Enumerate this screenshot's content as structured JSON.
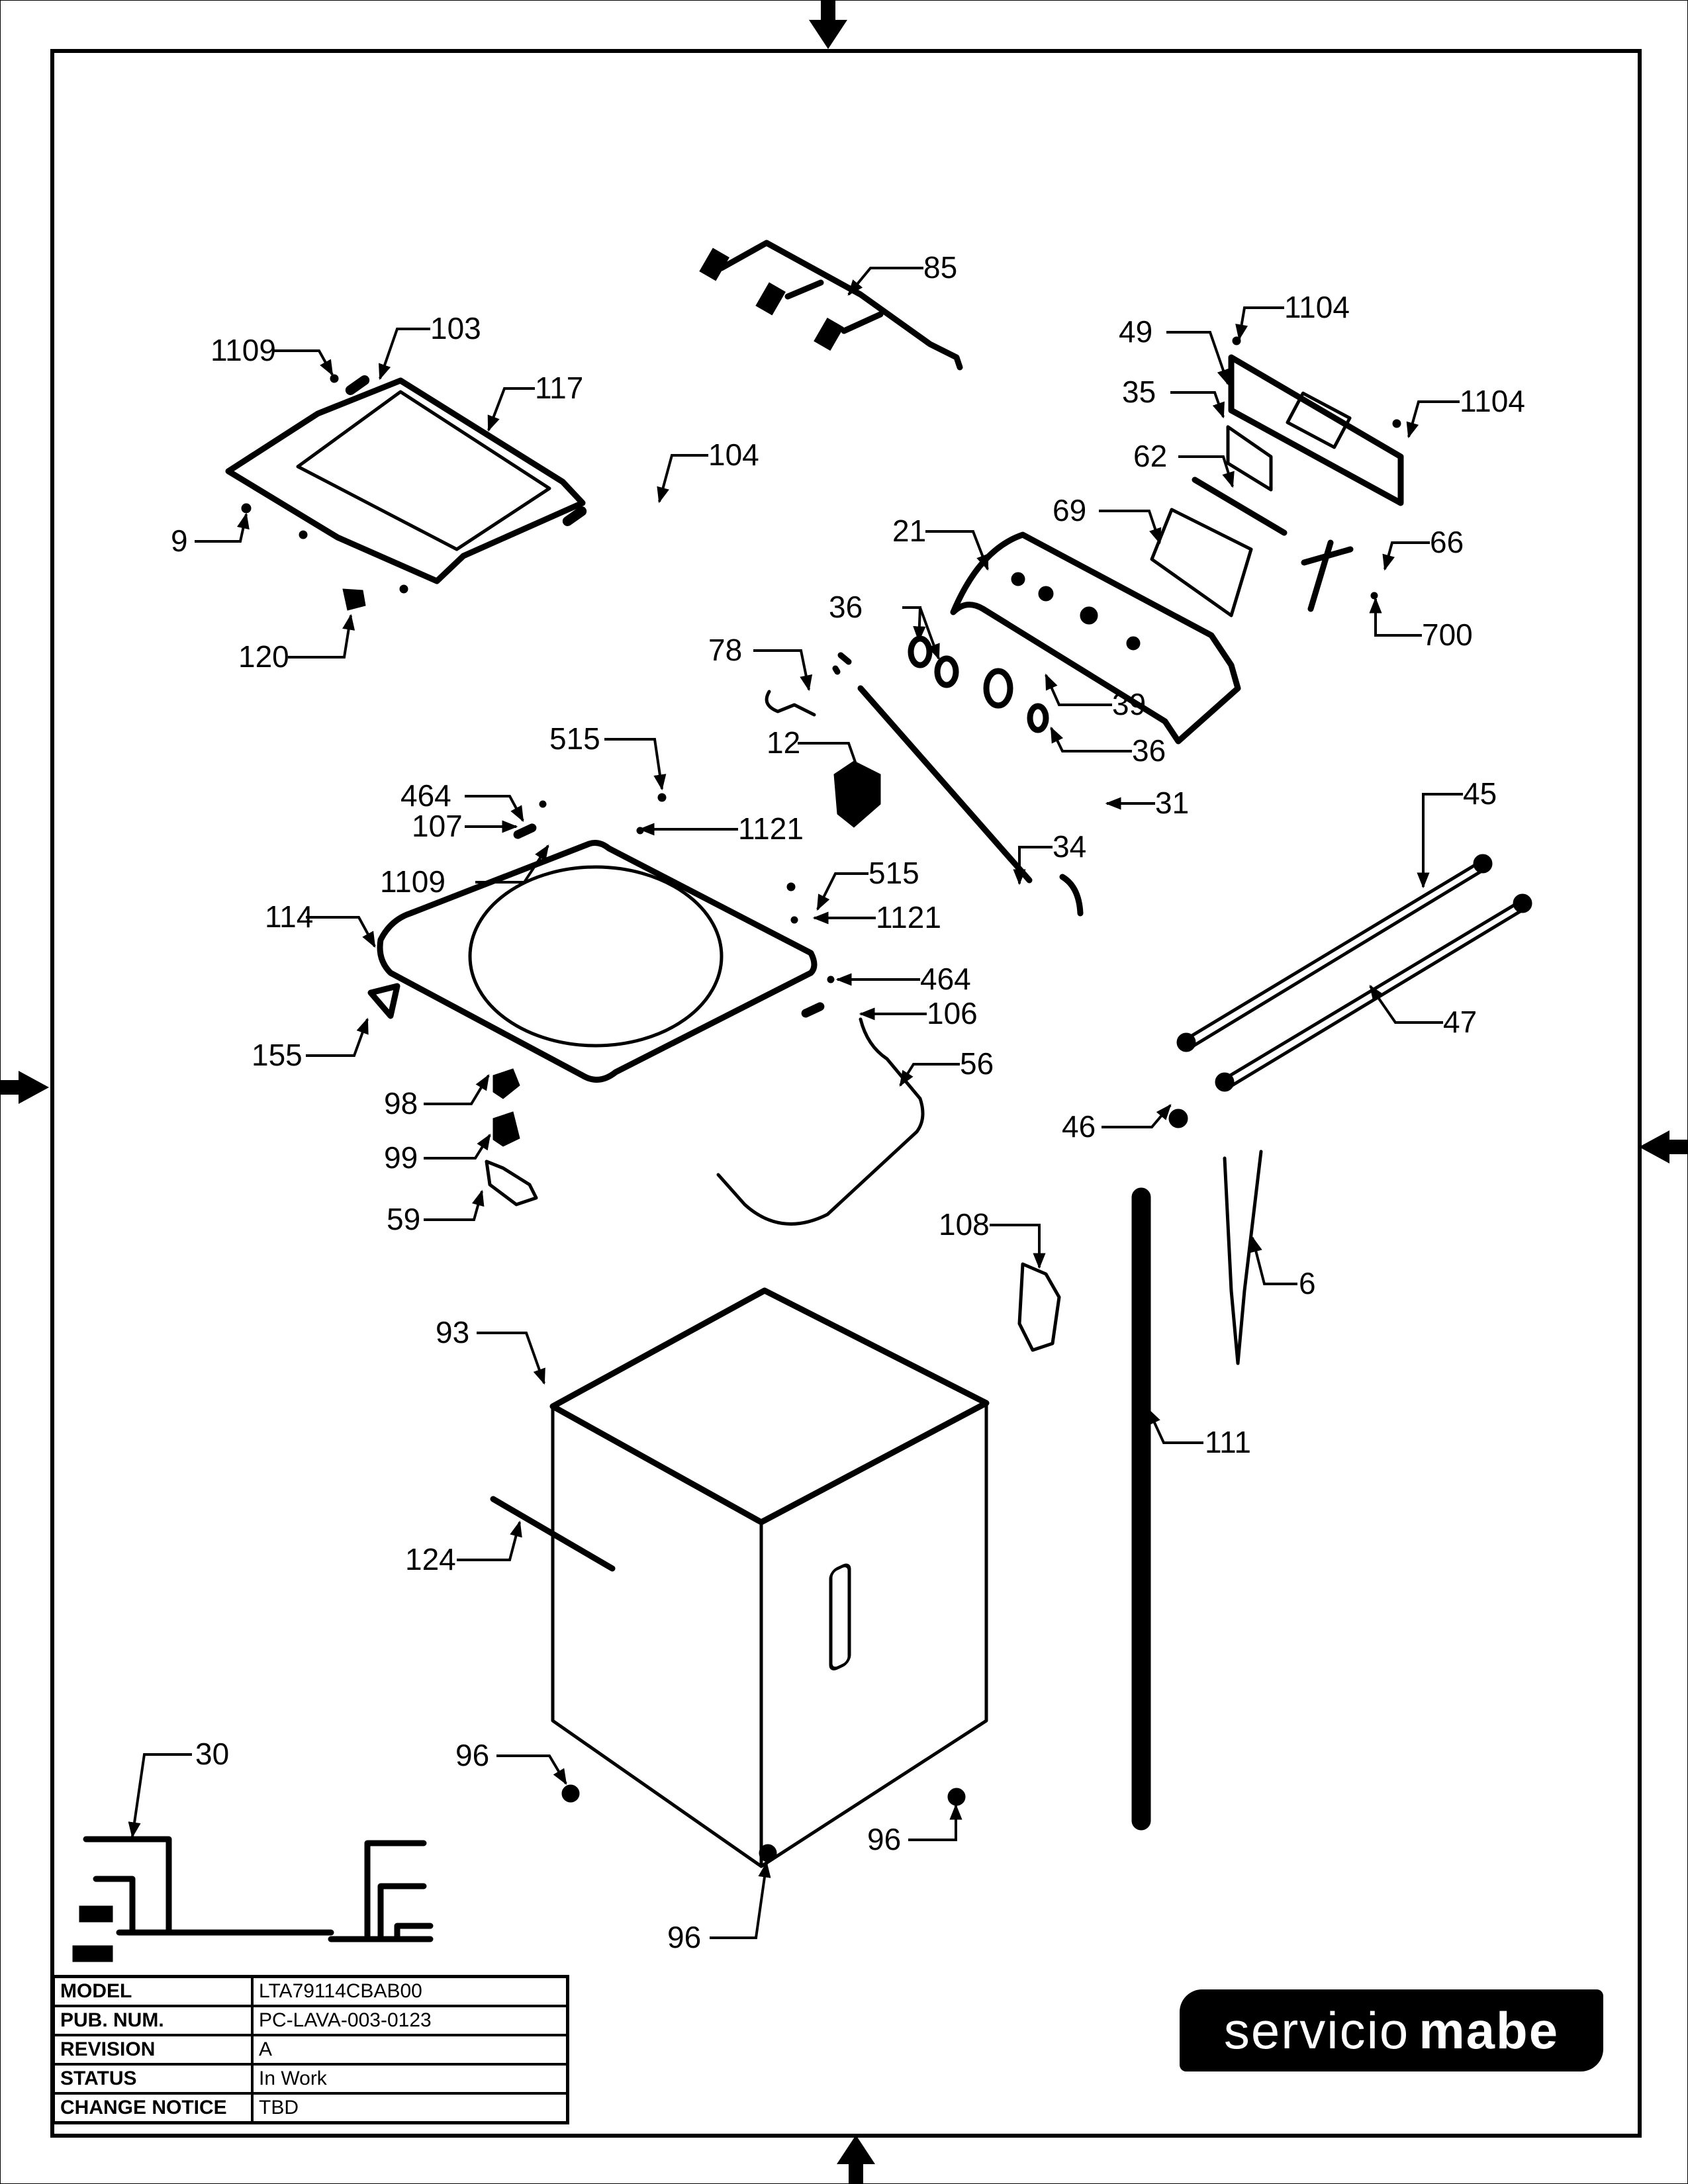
{
  "document": {
    "type": "exploded parts diagram",
    "subject": "top-load washing machine cabinet / console assembly"
  },
  "callouts": [
    {
      "id": "85",
      "label": "85"
    },
    {
      "id": "1104a",
      "label": "1104"
    },
    {
      "id": "49",
      "label": "49"
    },
    {
      "id": "1104b",
      "label": "1104"
    },
    {
      "id": "35",
      "label": "35"
    },
    {
      "id": "62",
      "label": "62"
    },
    {
      "id": "69",
      "label": "69"
    },
    {
      "id": "66",
      "label": "66"
    },
    {
      "id": "21",
      "label": "21"
    },
    {
      "id": "700",
      "label": "700"
    },
    {
      "id": "36a",
      "label": "36"
    },
    {
      "id": "78",
      "label": "78"
    },
    {
      "id": "39",
      "label": "39"
    },
    {
      "id": "36b",
      "label": "36"
    },
    {
      "id": "12",
      "label": "12"
    },
    {
      "id": "31",
      "label": "31"
    },
    {
      "id": "34",
      "label": "34"
    },
    {
      "id": "1109a",
      "label": "1109"
    },
    {
      "id": "103",
      "label": "103"
    },
    {
      "id": "117",
      "label": "117"
    },
    {
      "id": "104",
      "label": "104"
    },
    {
      "id": "9",
      "label": "9"
    },
    {
      "id": "120",
      "label": "120"
    },
    {
      "id": "515a",
      "label": "515"
    },
    {
      "id": "464a",
      "label": "464"
    },
    {
      "id": "1121a",
      "label": "1121"
    },
    {
      "id": "107",
      "label": "107"
    },
    {
      "id": "1109b",
      "label": "1109"
    },
    {
      "id": "515b",
      "label": "515"
    },
    {
      "id": "114",
      "label": "114"
    },
    {
      "id": "1121b",
      "label": "1121"
    },
    {
      "id": "464b",
      "label": "464"
    },
    {
      "id": "106",
      "label": "106"
    },
    {
      "id": "155",
      "label": "155"
    },
    {
      "id": "56",
      "label": "56"
    },
    {
      "id": "98",
      "label": "98"
    },
    {
      "id": "99",
      "label": "99"
    },
    {
      "id": "59",
      "label": "59"
    },
    {
      "id": "45",
      "label": "45"
    },
    {
      "id": "47",
      "label": "47"
    },
    {
      "id": "46",
      "label": "46"
    },
    {
      "id": "108",
      "label": "108"
    },
    {
      "id": "6",
      "label": "6"
    },
    {
      "id": "93",
      "label": "93"
    },
    {
      "id": "111",
      "label": "111"
    },
    {
      "id": "124",
      "label": "124"
    },
    {
      "id": "30",
      "label": "30"
    },
    {
      "id": "96a",
      "label": "96"
    },
    {
      "id": "96b",
      "label": "96"
    },
    {
      "id": "96c",
      "label": "96"
    }
  ],
  "title_block": {
    "rows": [
      {
        "key": "MODEL",
        "value": "LTA79114CBAB00"
      },
      {
        "key": "PUB. NUM.",
        "value": "PC-LAVA-003-0123"
      },
      {
        "key": "REVISION",
        "value": "A"
      },
      {
        "key": "STATUS",
        "value": "In Work"
      },
      {
        "key": "CHANGE NOTICE",
        "value": "TBD"
      }
    ]
  },
  "logo": {
    "light_word": "servicio",
    "bold_word": "mabe"
  }
}
